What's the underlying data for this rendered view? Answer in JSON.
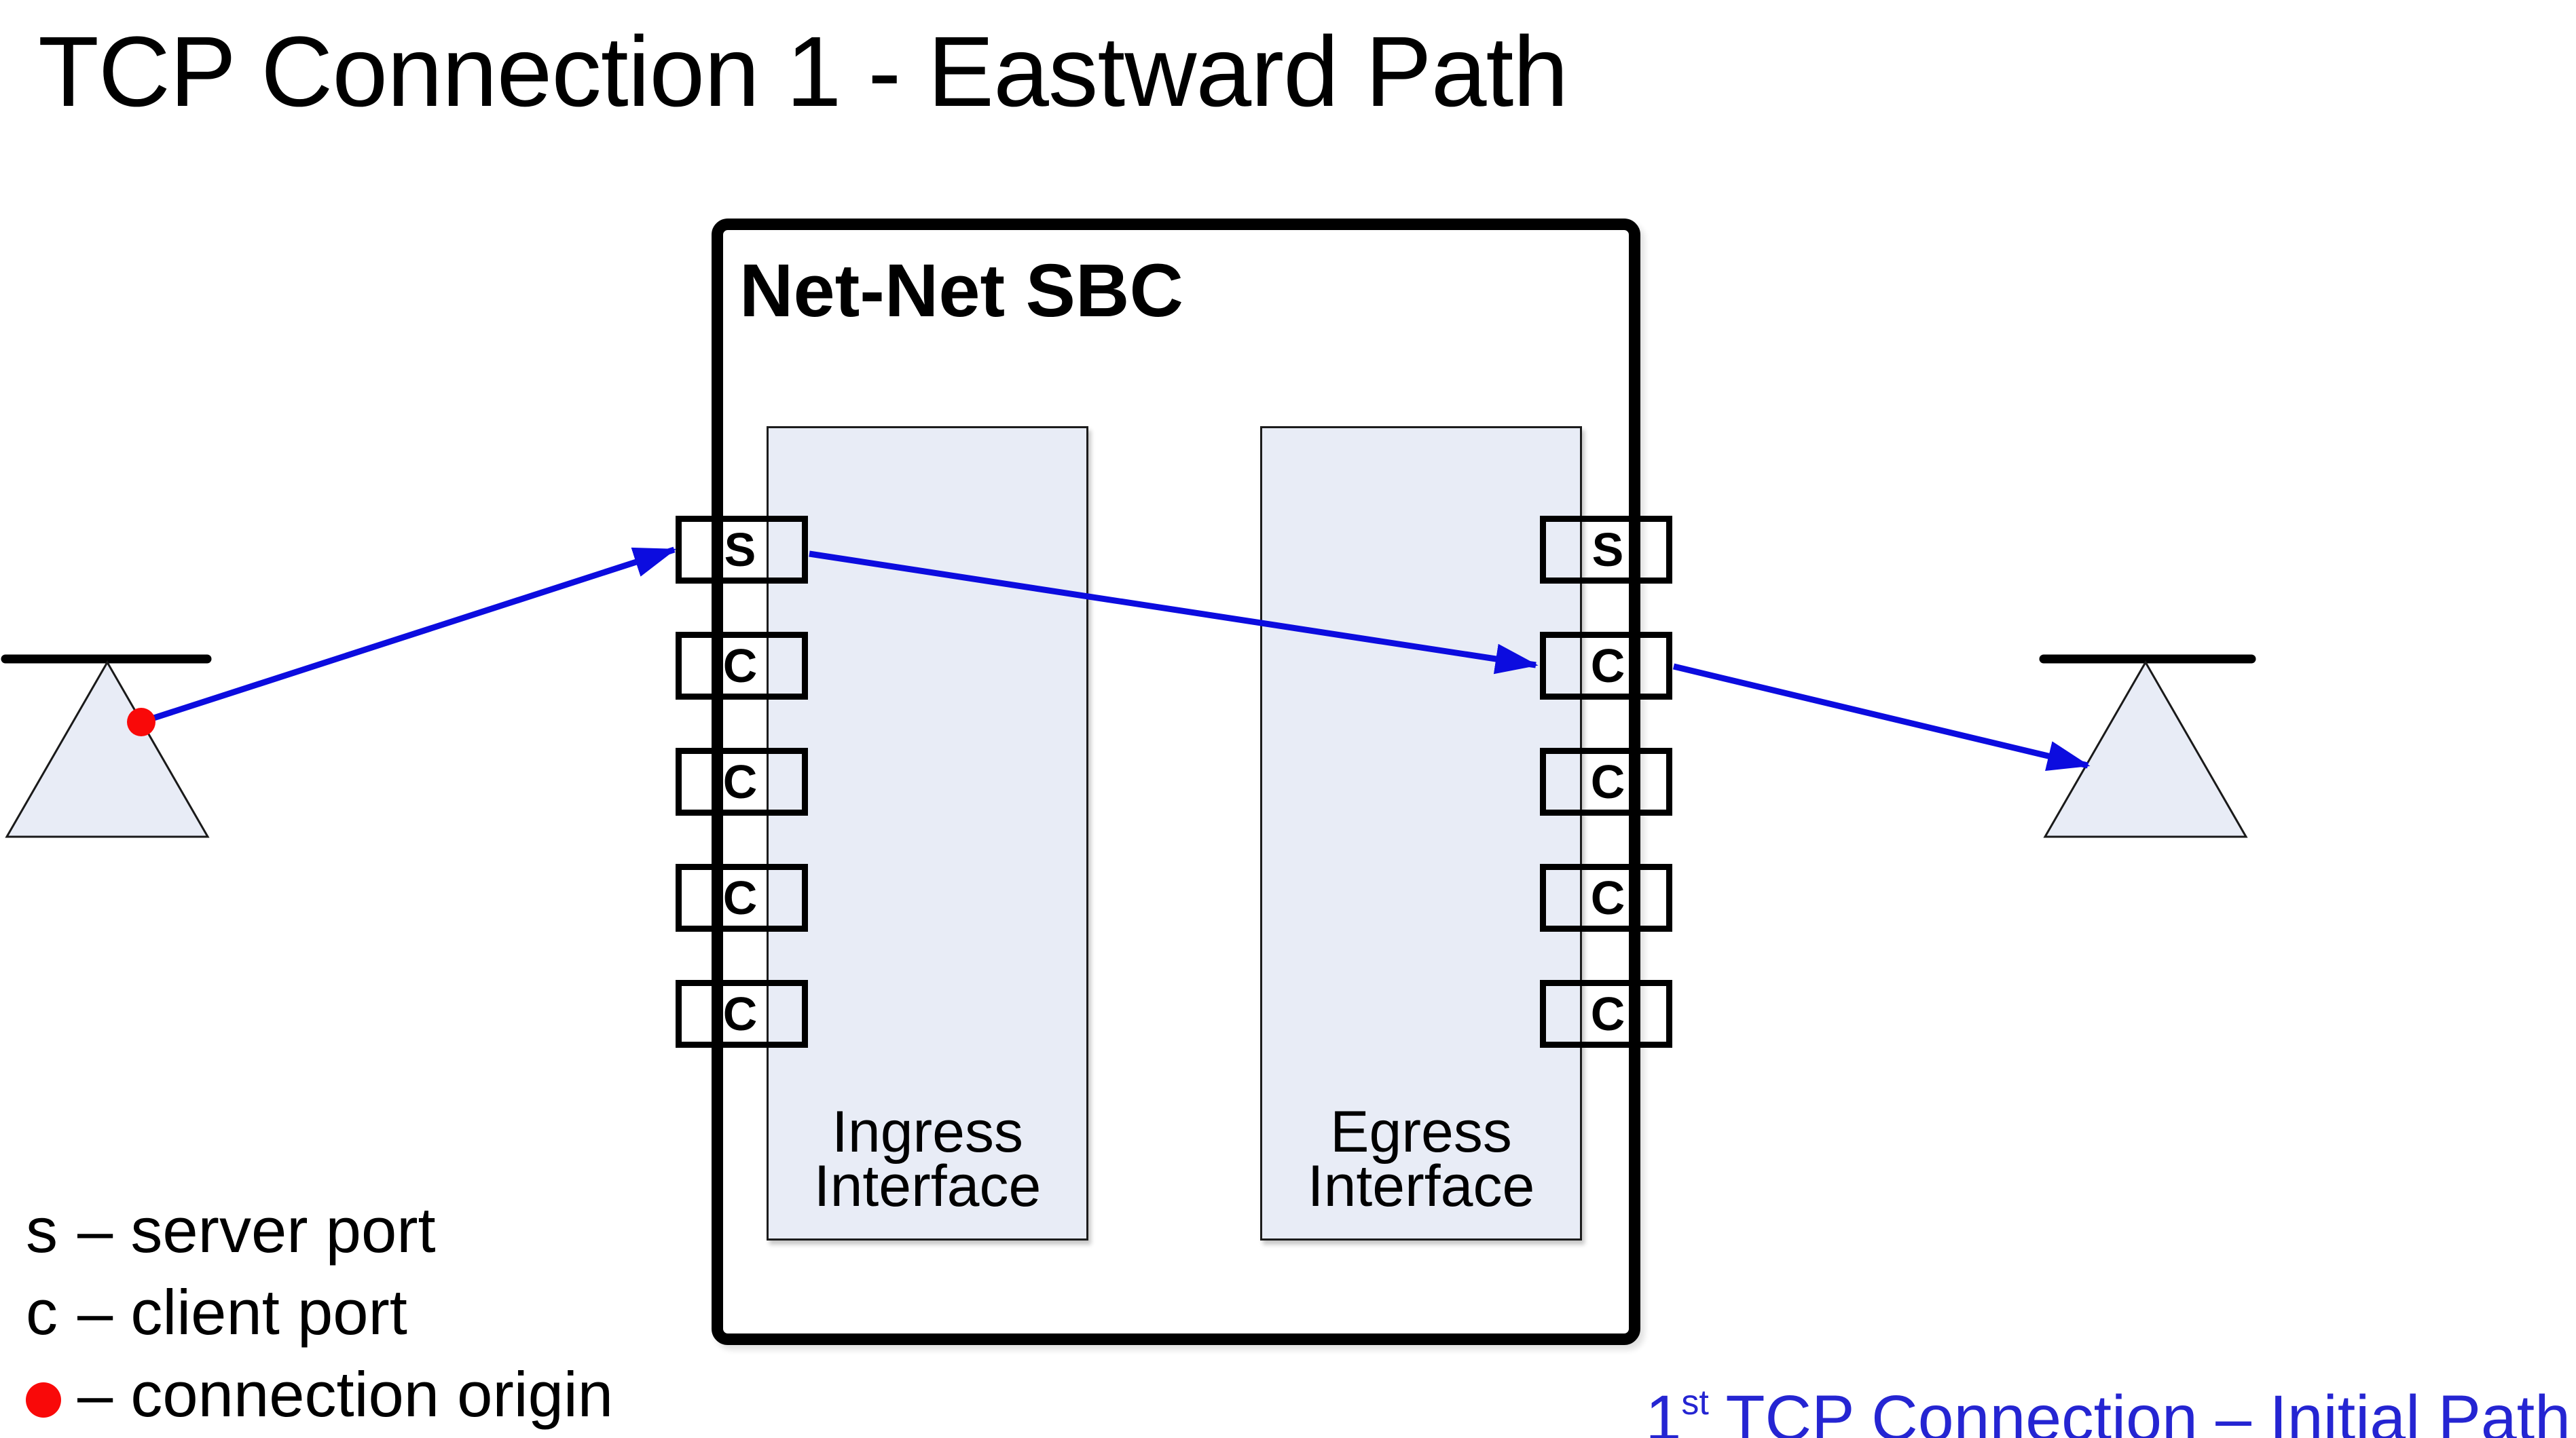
{
  "title": "TCP Connection 1 - Eastward Path",
  "sbc": {
    "label": "Net-Net SBC",
    "ingress_interface": "Ingress Interface",
    "egress_interface": "Egress Interface"
  },
  "ports": {
    "left": [
      "S",
      "C",
      "C",
      "C",
      "C"
    ],
    "right": [
      "S",
      "C",
      "C",
      "C",
      "C"
    ]
  },
  "legend": {
    "items": [
      {
        "symbol": "s",
        "text": "– server port"
      },
      {
        "symbol": "c",
        "text": "– client port"
      },
      {
        "symbol": "red-dot",
        "text": "– connection origin"
      }
    ]
  },
  "caption": {
    "number": "1",
    "ordinal": "st",
    "rest": " TCP Connection – Initial Path"
  },
  "colors": {
    "arrow": "#0c0cdf",
    "caption": "#2525d2",
    "panel_fill": "#e8ecf6",
    "origin_red": "#f90909",
    "line_black": "#000000"
  }
}
